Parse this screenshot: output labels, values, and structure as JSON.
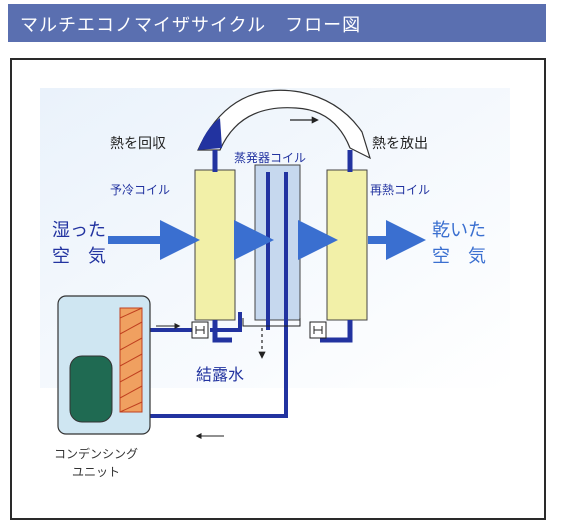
{
  "title": "マルチエコノマイザサイクル　フロー図",
  "labels": {
    "heat_recover": "熱を回収",
    "heat_release": "熱を放出",
    "evaporator_coil": "蒸発器コイル",
    "precool_coil": "予冷コイル",
    "reheat_coil": "再熱コイル",
    "humid_air_line1": "湿った",
    "humid_air_line2": "空　気",
    "dry_air_line1": "乾いた",
    "dry_air_line2": "空　気",
    "condensate": "結露水",
    "condensing_unit_line1": "コンデンシング",
    "condensing_unit_line2": "ユニット"
  },
  "colors": {
    "title_bar": "#5a6fb0",
    "pipe": "#2233a0",
    "flow_arrow": "#3a6fd0",
    "precool_coil": "#f2f0a8",
    "reheat_coil": "#f2f0a8",
    "evaporator": "#c6d8ee",
    "unit_body": "#cfe6f2",
    "compressor": "#1f6a52",
    "condenser": "#f0a060"
  }
}
